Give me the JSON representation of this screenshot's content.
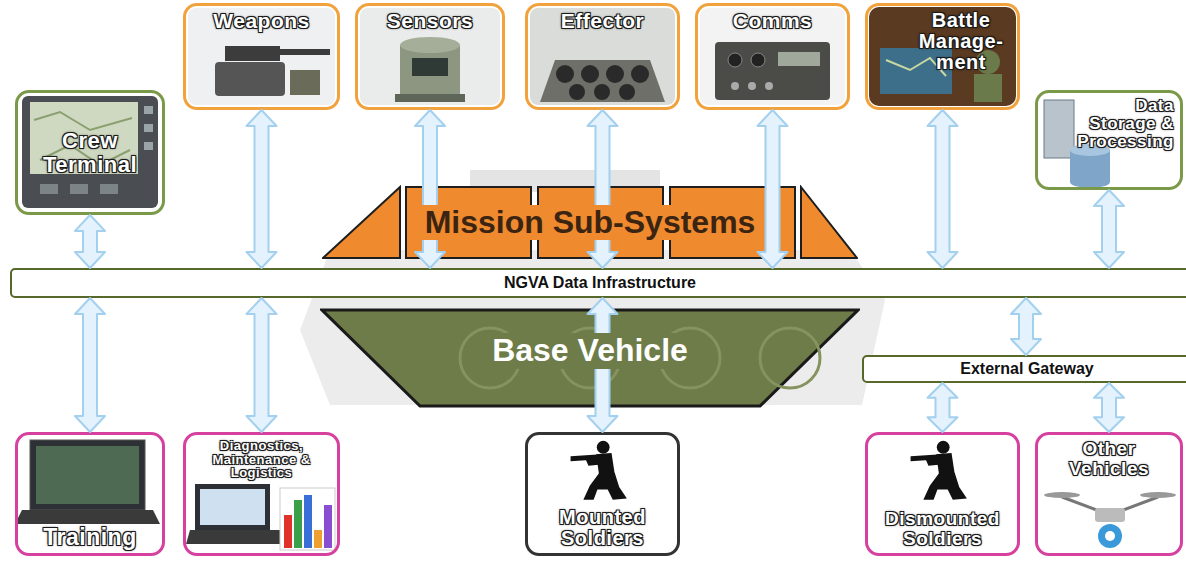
{
  "diagram": {
    "nodes": [
      {
        "text": [
          "Crew Terminal"
        ]
      },
      {
        "text": [
          "Weapons"
        ]
      },
      {
        "text": [
          "Sensors"
        ]
      },
      {
        "text": [
          "Effector"
        ]
      },
      {
        "text": [
          "Comms"
        ]
      },
      {
        "text": [
          "Battle Manage- ment"
        ]
      },
      {
        "text": [
          "Data Storage & Processing"
        ]
      },
      {
        "text": [
          "Mission Sub-Systems"
        ]
      },
      {
        "text": [
          "NGVA Data Infrastructure"
        ]
      },
      {
        "text": [
          "Base Vehicle"
        ]
      },
      {
        "text": [
          "External Gateway"
        ]
      },
      {
        "text": [
          "Training"
        ]
      },
      {
        "text": [
          "Diagnostics, Maintenance & Logistics"
        ]
      },
      {
        "text": [
          "Mounted Soldiers"
        ]
      },
      {
        "text": [
          "Dismounted Soldiers"
        ]
      },
      {
        "text": [
          "Other Vehicles"
        ]
      }
    ],
    "edges": [
      {
        "from": 0,
        "to": 8,
        "arrow": "both"
      },
      {
        "from": 1,
        "to": 8,
        "arrow": "both"
      },
      {
        "from": 2,
        "to": 8,
        "arrow": "both"
      },
      {
        "from": 3,
        "to": 8,
        "arrow": "both"
      },
      {
        "from": 4,
        "to": 8,
        "arrow": "both"
      },
      {
        "from": 5,
        "to": 8,
        "arrow": "both"
      },
      {
        "from": 6,
        "to": 8,
        "arrow": "both"
      },
      {
        "from": 8,
        "to": 11,
        "arrow": "both"
      },
      {
        "from": 8,
        "to": 12,
        "arrow": "both"
      },
      {
        "from": 8,
        "to": 13,
        "arrow": "both"
      },
      {
        "from": 8,
        "to": 10,
        "arrow": "both"
      },
      {
        "from": 10,
        "to": 14,
        "arrow": "both"
      },
      {
        "from": 10,
        "to": 15,
        "arrow": "both"
      }
    ]
  }
}
